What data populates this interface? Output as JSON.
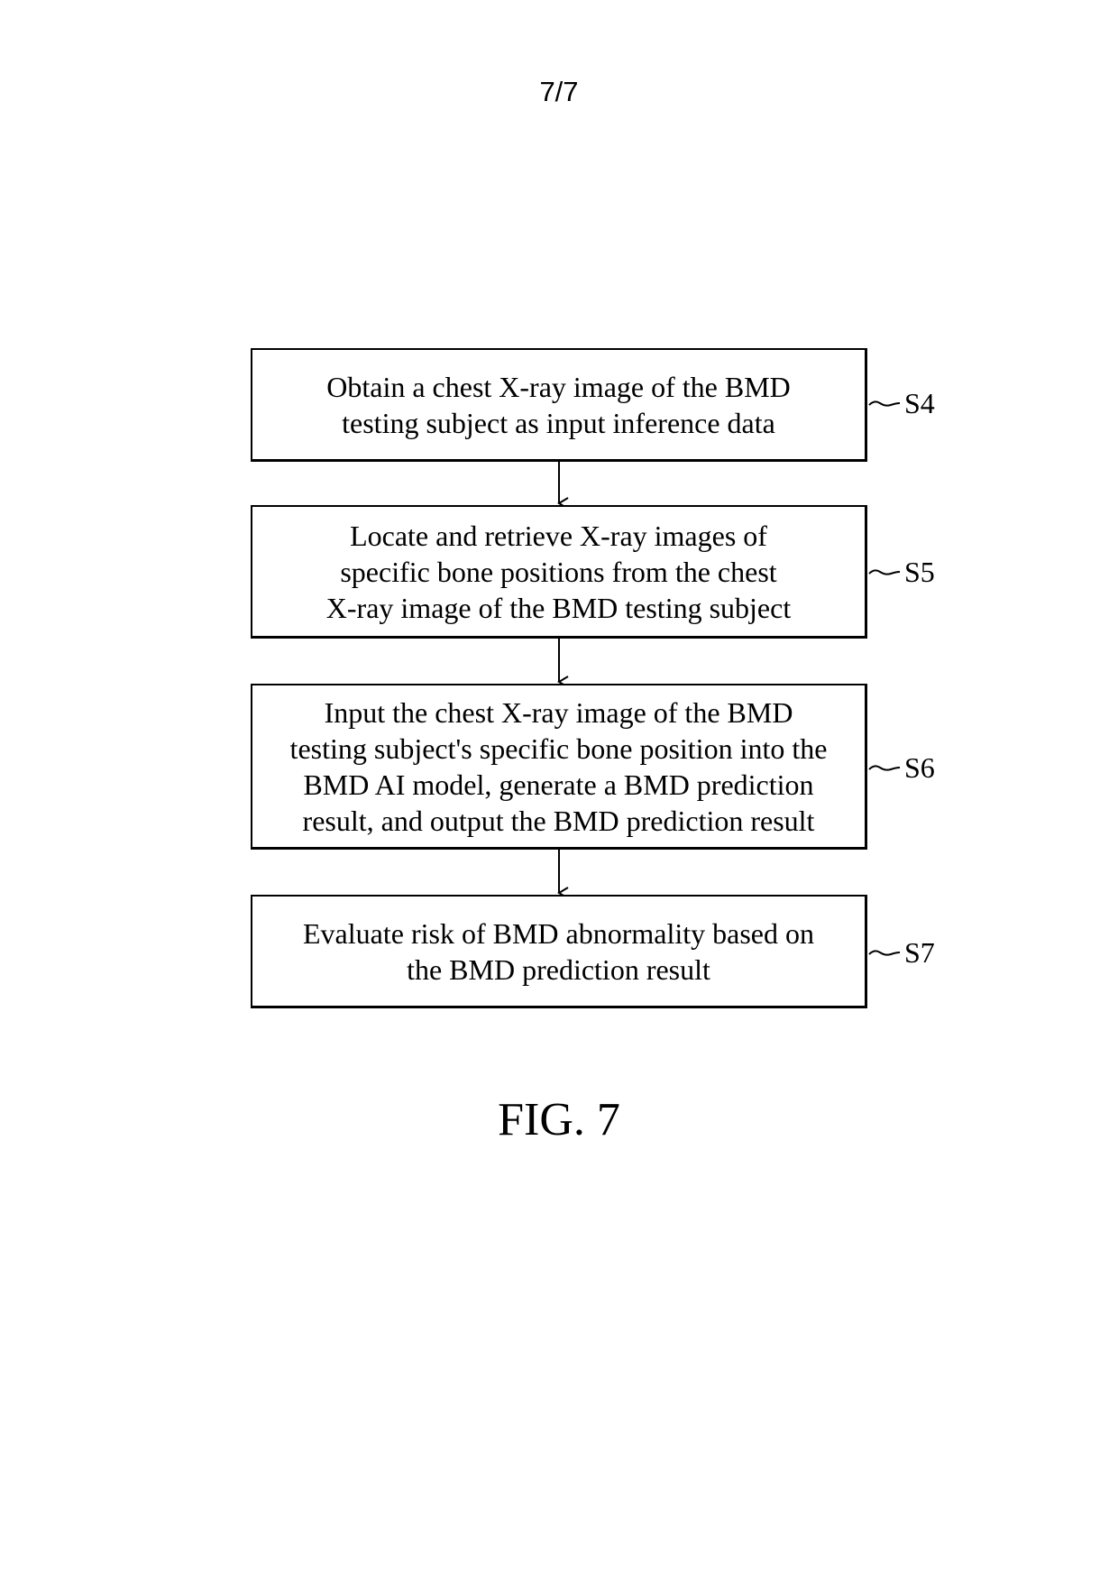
{
  "page_number": "7/7",
  "steps": [
    {
      "id": "S4",
      "text": "Obtain a chest X-ray image of the BMD\ntesting subject as input inference data"
    },
    {
      "id": "S5",
      "text": "Locate and retrieve X-ray images of\nspecific bone positions from the chest\nX-ray image of the BMD testing subject"
    },
    {
      "id": "S6",
      "text": "Input the chest X-ray image of the BMD\ntesting subject's specific bone position into the\nBMD AI model, generate a BMD prediction\nresult, and output the BMD prediction result"
    },
    {
      "id": "S7",
      "text": "Evaluate risk of BMD abnormality based on\nthe BMD prediction result"
    }
  ],
  "figure_caption": "FIG. 7"
}
